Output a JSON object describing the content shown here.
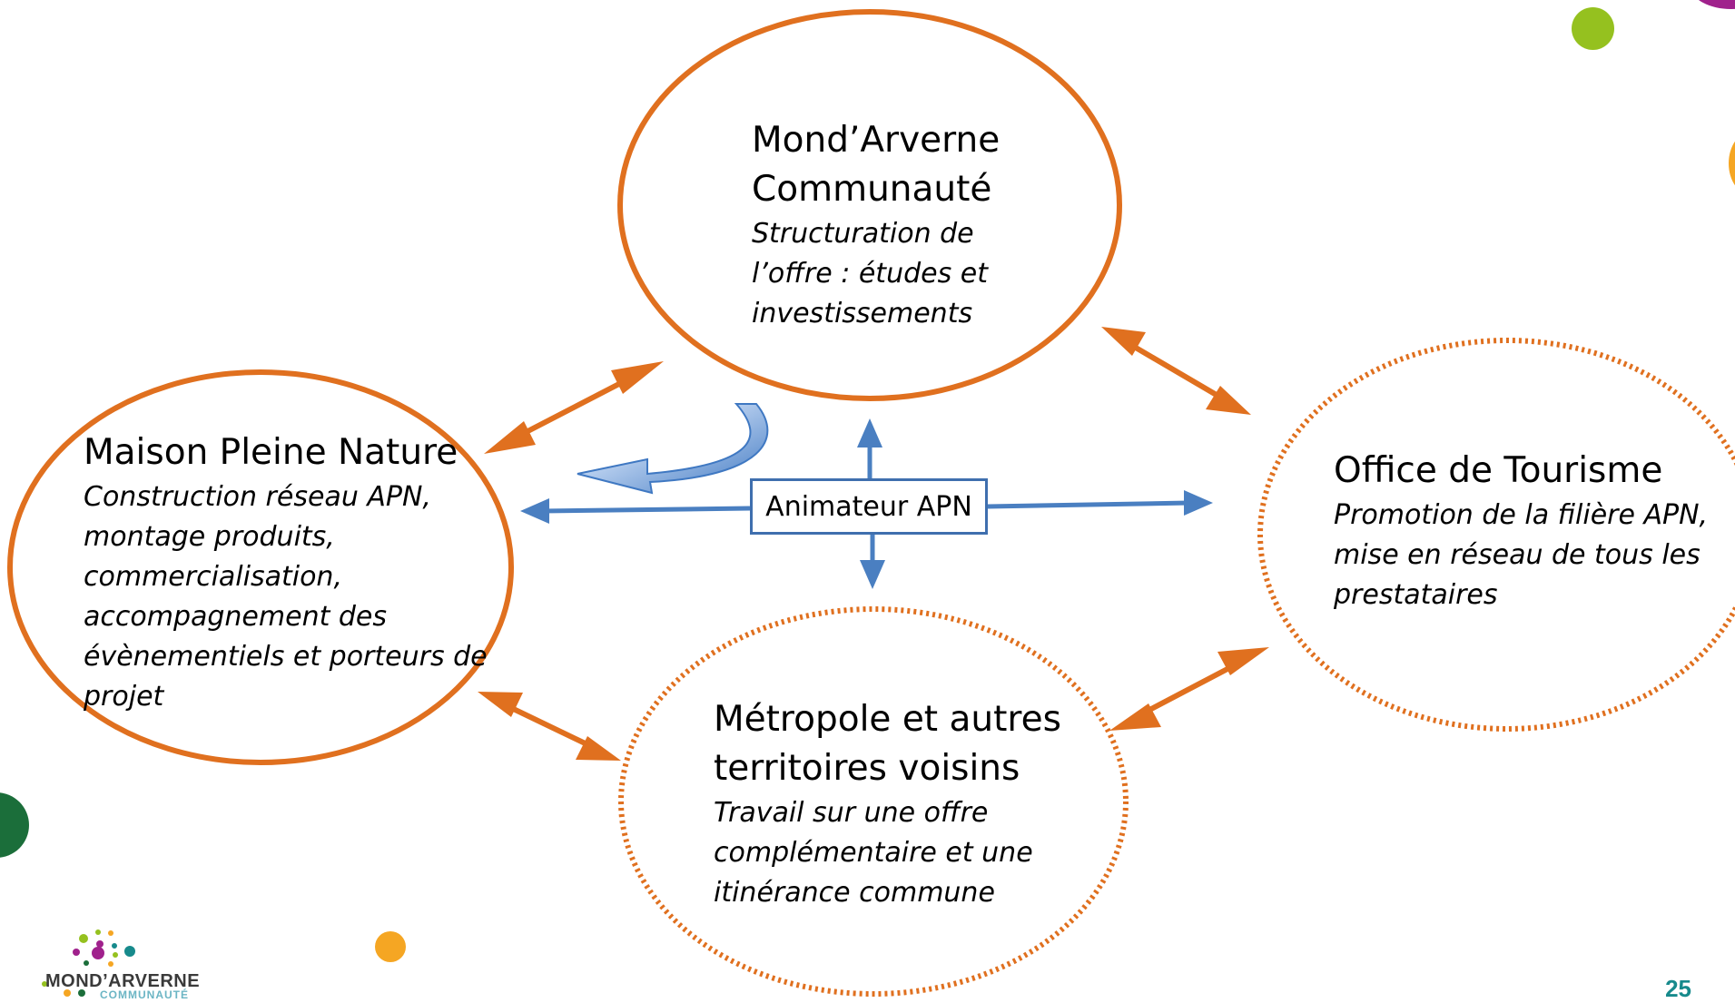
{
  "nodes": {
    "top": {
      "title": "Mond’Arverne Communauté",
      "description": "Structuration de l’offre : études et investissements"
    },
    "left": {
      "title": "Maison Pleine Nature",
      "description": "Construction réseau APN, montage produits, commercialisation, accompagnement des évènementiels et porteurs de projet"
    },
    "right": {
      "title": "Office de Tourisme",
      "description": "Promotion de la filière APN, mise en réseau de tous les prestataires"
    },
    "bottom": {
      "title": "Métropole et autres territoires voisins",
      "description": "Travail sur une offre complémentaire et une itinérance commune"
    }
  },
  "center": {
    "label": "Animateur APN"
  },
  "logo": {
    "name": "MOND’ARVERNE",
    "sub": "COMMUNAUTÉ"
  },
  "page_number": "25",
  "colors": {
    "orange": "#e0701f",
    "blue": "#4a7fc1",
    "green": "#95c11f",
    "purple": "#a0218c",
    "yellow": "#f5a623",
    "dark_green": "#1b6e3a"
  }
}
